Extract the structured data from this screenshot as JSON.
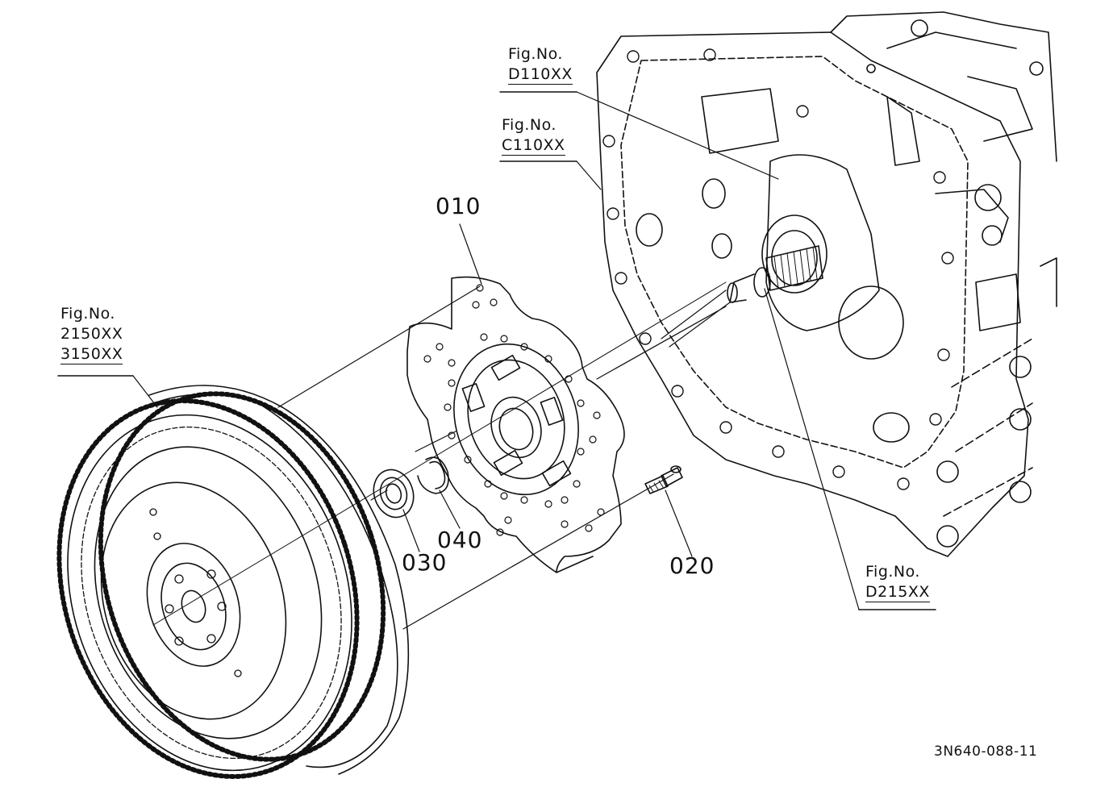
{
  "diagram": {
    "references": [
      {
        "line1": "Fig.No.",
        "line2": "D110XX"
      },
      {
        "line1": "Fig.No.",
        "line2": "C110XX"
      },
      {
        "line1": "Fig.No.",
        "line2": "2150XX",
        "line3": "3150XX"
      },
      {
        "line1": "Fig.No.",
        "line2": "D215XX"
      }
    ],
    "parts": [
      "010",
      "020",
      "030",
      "040"
    ],
    "drawing_id": "3N640-088-11"
  }
}
